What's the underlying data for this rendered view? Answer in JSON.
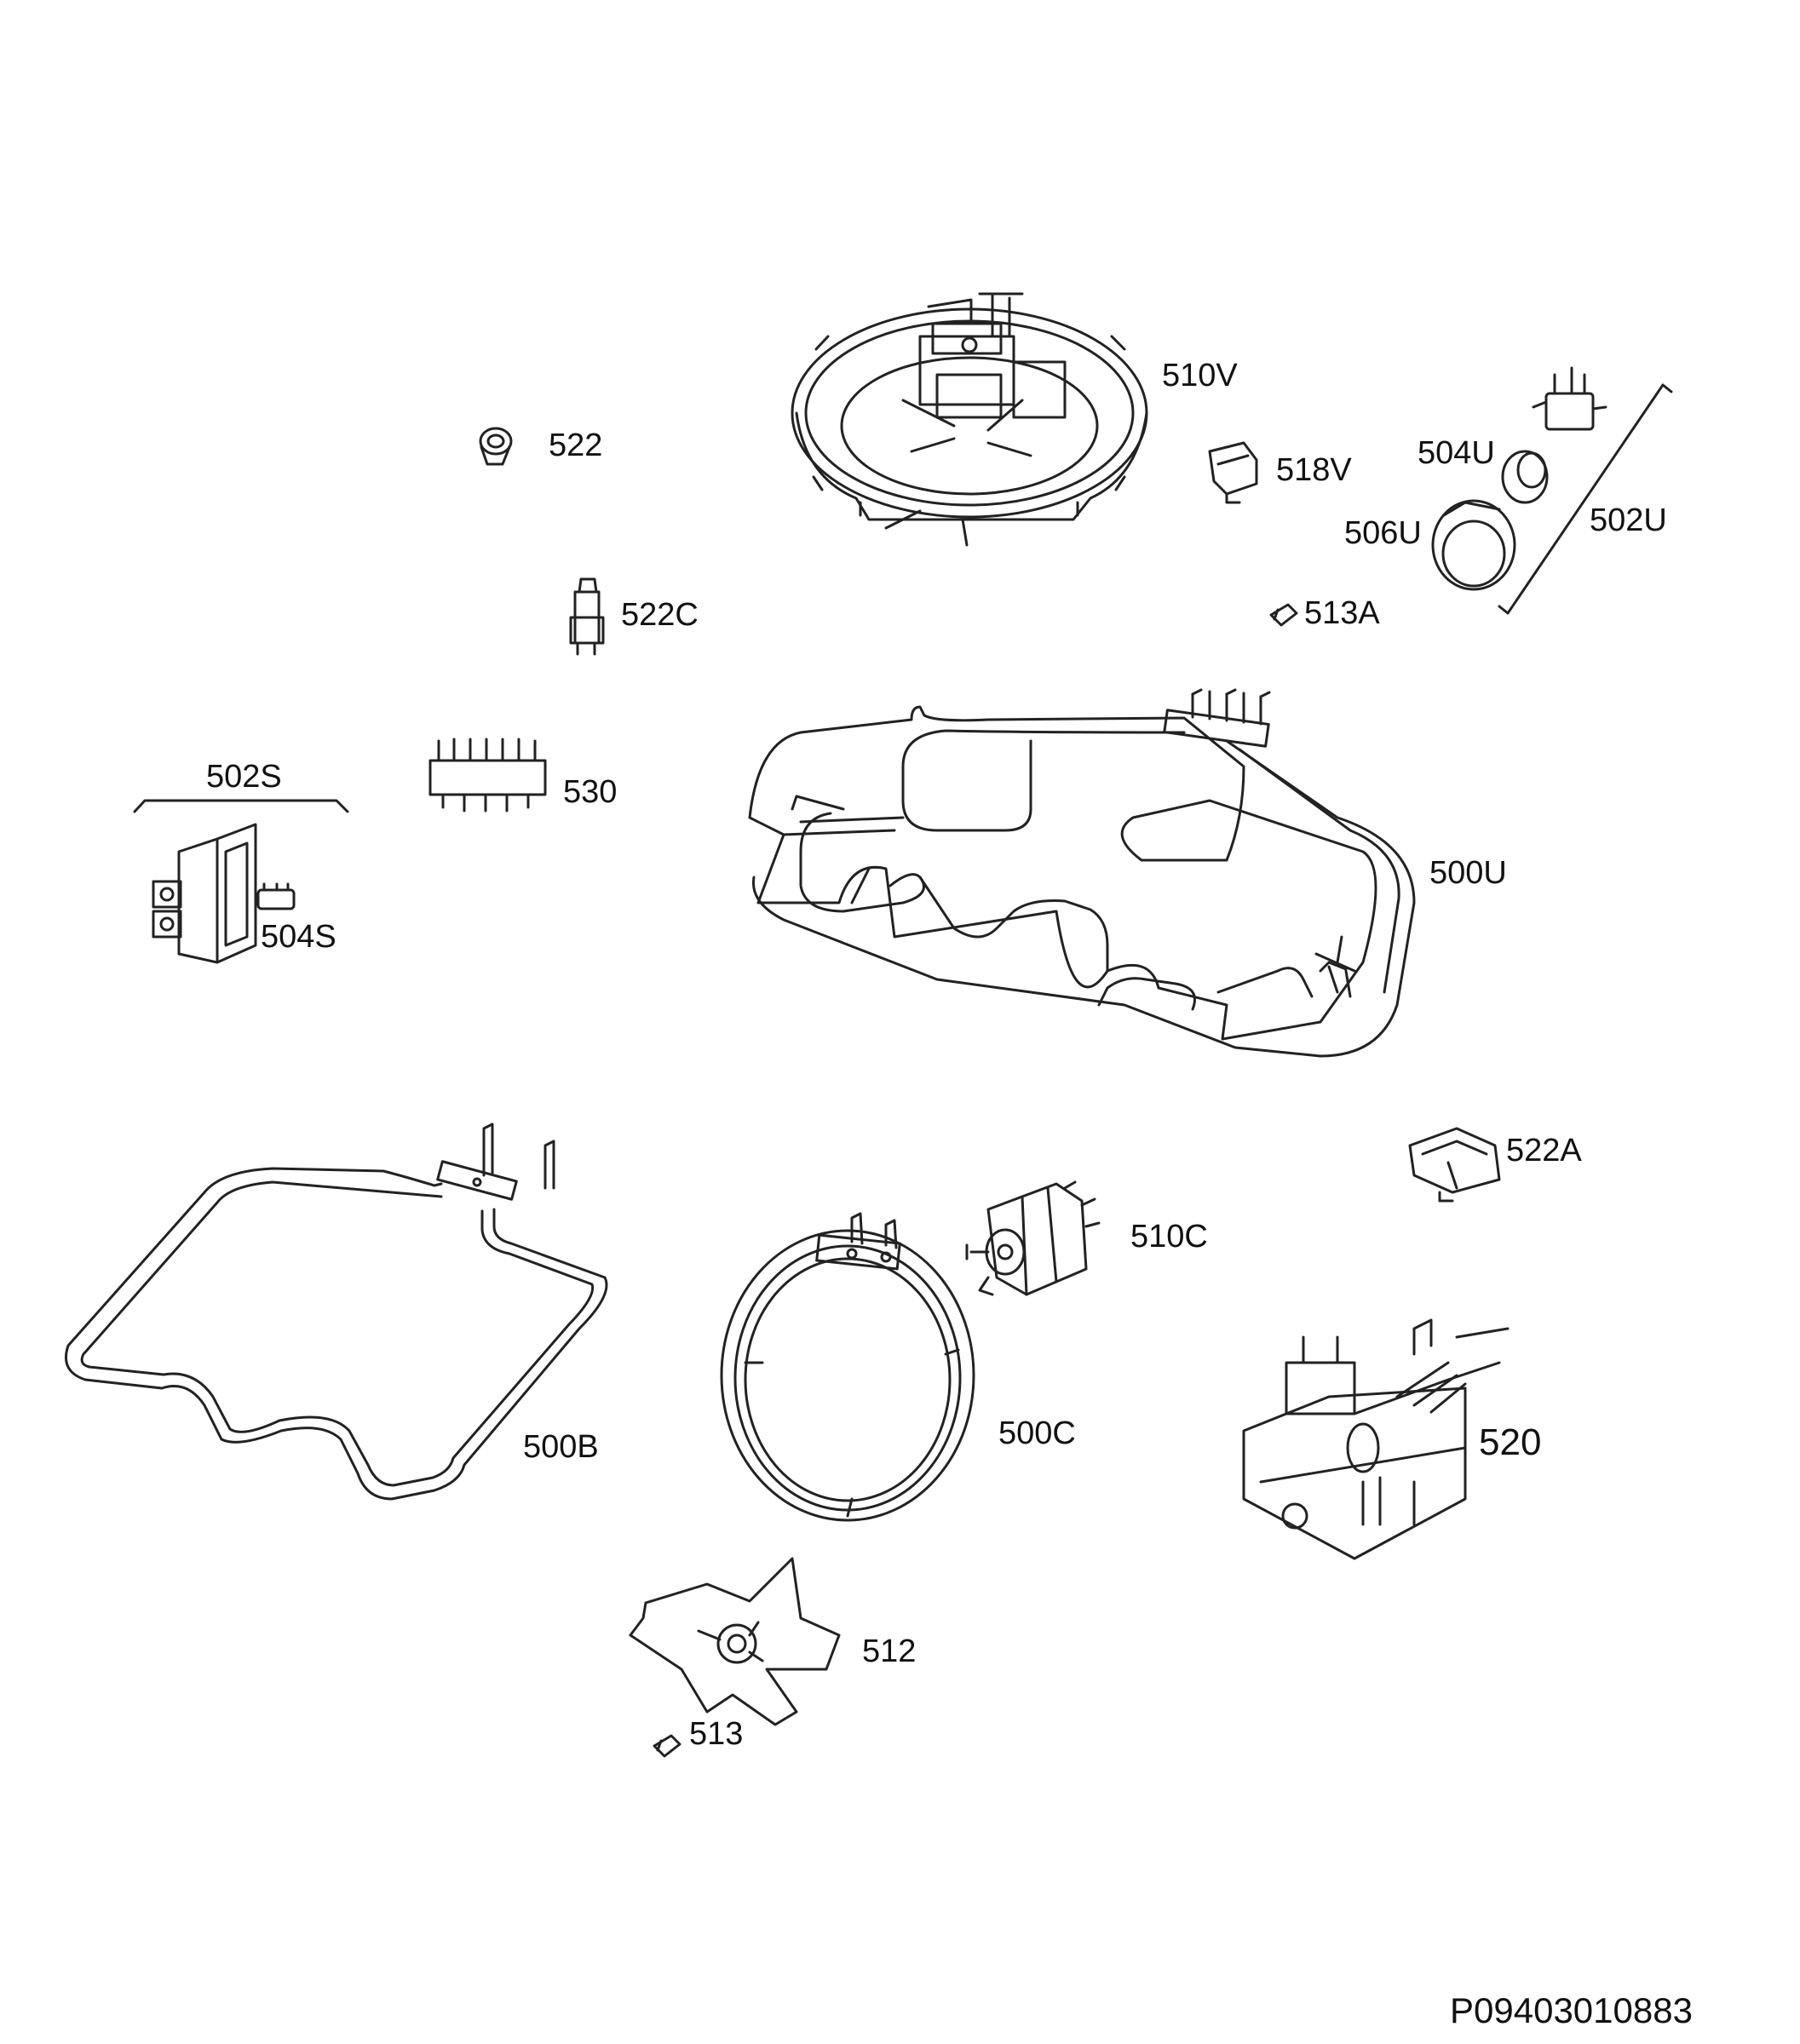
{
  "diagram": {
    "document_number": "P09403010883",
    "labels": {
      "p510V": "510V",
      "p522": "522",
      "p518V": "518V",
      "p504U": "504U",
      "p502U": "502U",
      "p506U": "506U",
      "p522C": "522C",
      "p513A": "513A",
      "p502S": "502S",
      "p530": "530",
      "p500U": "500U",
      "p504S": "504S",
      "p522A": "522A",
      "p510C": "510C",
      "p500B": "500B",
      "p500C": "500C",
      "p520": "520",
      "p512": "512",
      "p513": "513"
    },
    "colors": {
      "line": "#222222",
      "fill": "#ffffff"
    }
  }
}
